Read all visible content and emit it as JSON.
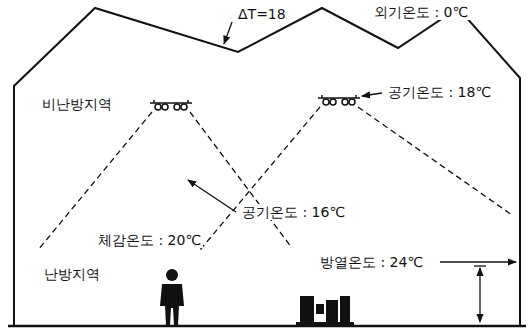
{
  "diagram": {
    "labels": [
      "ΔT=18",
      "외기온도 : 0℃",
      "공기온도 : 18℃",
      "비난방지역",
      "공기온도 : 16℃",
      "체감온도 : 20℃",
      "난방지역",
      "방열온도 : 24℃"
    ]
  }
}
